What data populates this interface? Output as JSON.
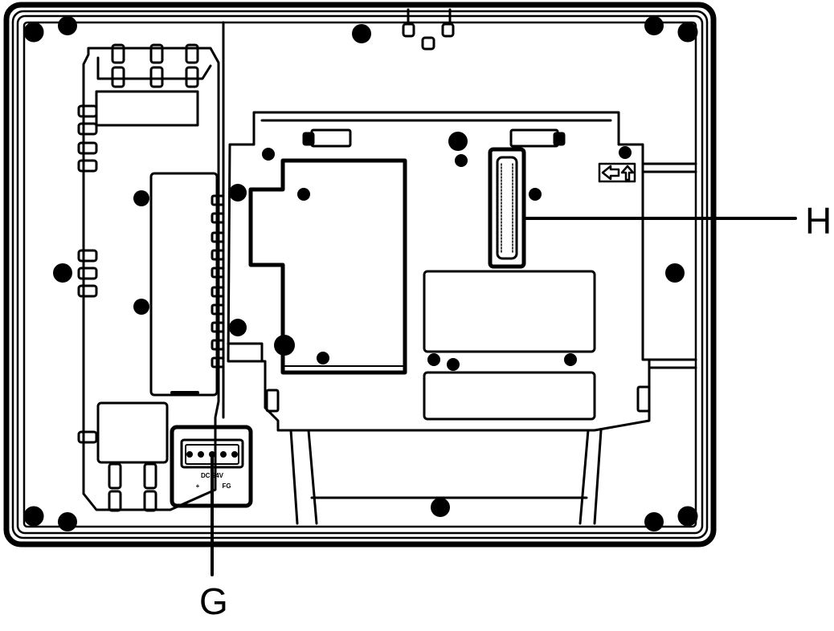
{
  "callouts": {
    "g": {
      "label": "G"
    },
    "h": {
      "label": "H"
    }
  },
  "power_connector": {
    "voltage_label": "DC 24V",
    "terminal_labels": [
      "+",
      "-",
      "FG"
    ]
  },
  "colors": {
    "line": "#000000",
    "background": "#ffffff"
  }
}
